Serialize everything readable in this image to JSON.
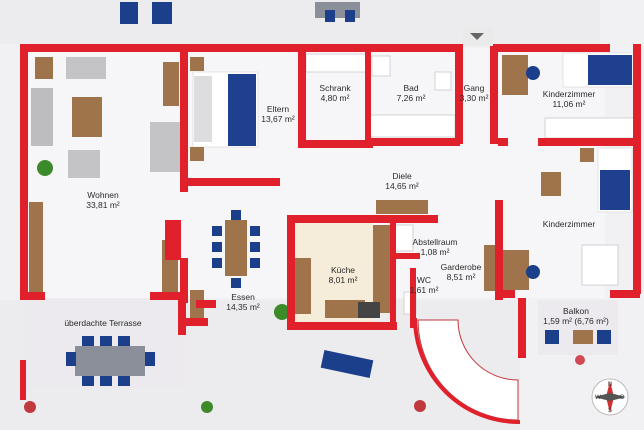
{
  "colors": {
    "wall": "#e0202a",
    "floor": "#f4f4f6",
    "tile": "#ebebee",
    "kitchen_floor": "#f5ecd9",
    "wood": "#a0744a",
    "bed_blue": "#1f3f8f",
    "chair_blue": "#1c3f8c",
    "plant": "#3d8a2a"
  },
  "rooms": [
    {
      "id": "wohnen",
      "name": "Wohnen",
      "area": "33,81 m²"
    },
    {
      "id": "eltern",
      "name": "Eltern",
      "area": "13,67 m²"
    },
    {
      "id": "schrank",
      "name": "Schrank",
      "area": "4,80 m²"
    },
    {
      "id": "bad",
      "name": "Bad",
      "area": "7,26 m²"
    },
    {
      "id": "gang",
      "name": "Gang",
      "area": "3,30 m²"
    },
    {
      "id": "kinderzimmer1",
      "name": "Kinderzimmer",
      "area": "11,06 m²"
    },
    {
      "id": "diele",
      "name": "Diele",
      "area": "14,65 m²"
    },
    {
      "id": "kinderzimmer2",
      "name": "Kinderzimmer",
      "area": ""
    },
    {
      "id": "abstellraum",
      "name": "Abstellraum",
      "area": "1,08 m²"
    },
    {
      "id": "garderobe",
      "name": "Garderobe",
      "area": "8,51 m²"
    },
    {
      "id": "kueche",
      "name": "Küche",
      "area": "8,01 m²"
    },
    {
      "id": "wc",
      "name": "WC",
      "area": "1,61 m²"
    },
    {
      "id": "essen",
      "name": "Essen",
      "area": "14,35 m²"
    },
    {
      "id": "terrasse",
      "name": "überdachte Terrasse",
      "area": ""
    },
    {
      "id": "balkon",
      "name": "Balkon",
      "area": "1,59 m² (6,76 m²)"
    }
  ],
  "compass": {
    "north": "N",
    "south": "S",
    "west": "W",
    "east": "O"
  }
}
